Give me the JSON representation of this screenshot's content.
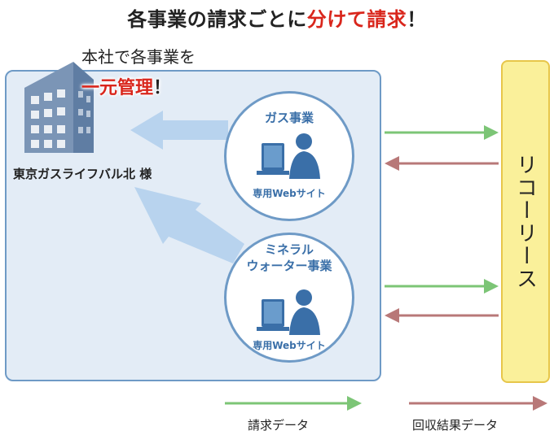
{
  "title": {
    "prefix": "各事業の請求ごとに",
    "emphasis": "分けて請求",
    "suffix": "！"
  },
  "headquarters": {
    "caption_line1": "本社で各事業を",
    "caption_emphasis": "一元管理",
    "caption_suffix": "！",
    "customer_name": "東京ガスライフバル北 様"
  },
  "sites": [
    {
      "name_lines": [
        "ガス事業"
      ],
      "web_label": "専用Webサイト"
    },
    {
      "name_lines": [
        "ミネラル",
        "ウォーター事業"
      ],
      "web_label": "専用Webサイト"
    }
  ],
  "partner": {
    "name": "リコーリース"
  },
  "legend": {
    "billing_label": "請求データ",
    "collection_label": "回収結果データ"
  },
  "colors": {
    "billing_arrow": "#7cc576",
    "collection_arrow": "#b87878",
    "accent_red": "#d9261c",
    "hq_fill": "#e3ecf6",
    "hq_border": "#6e9ac6",
    "partner_fill": "#faf09a",
    "flow_arrow": "#b8d3ee"
  }
}
